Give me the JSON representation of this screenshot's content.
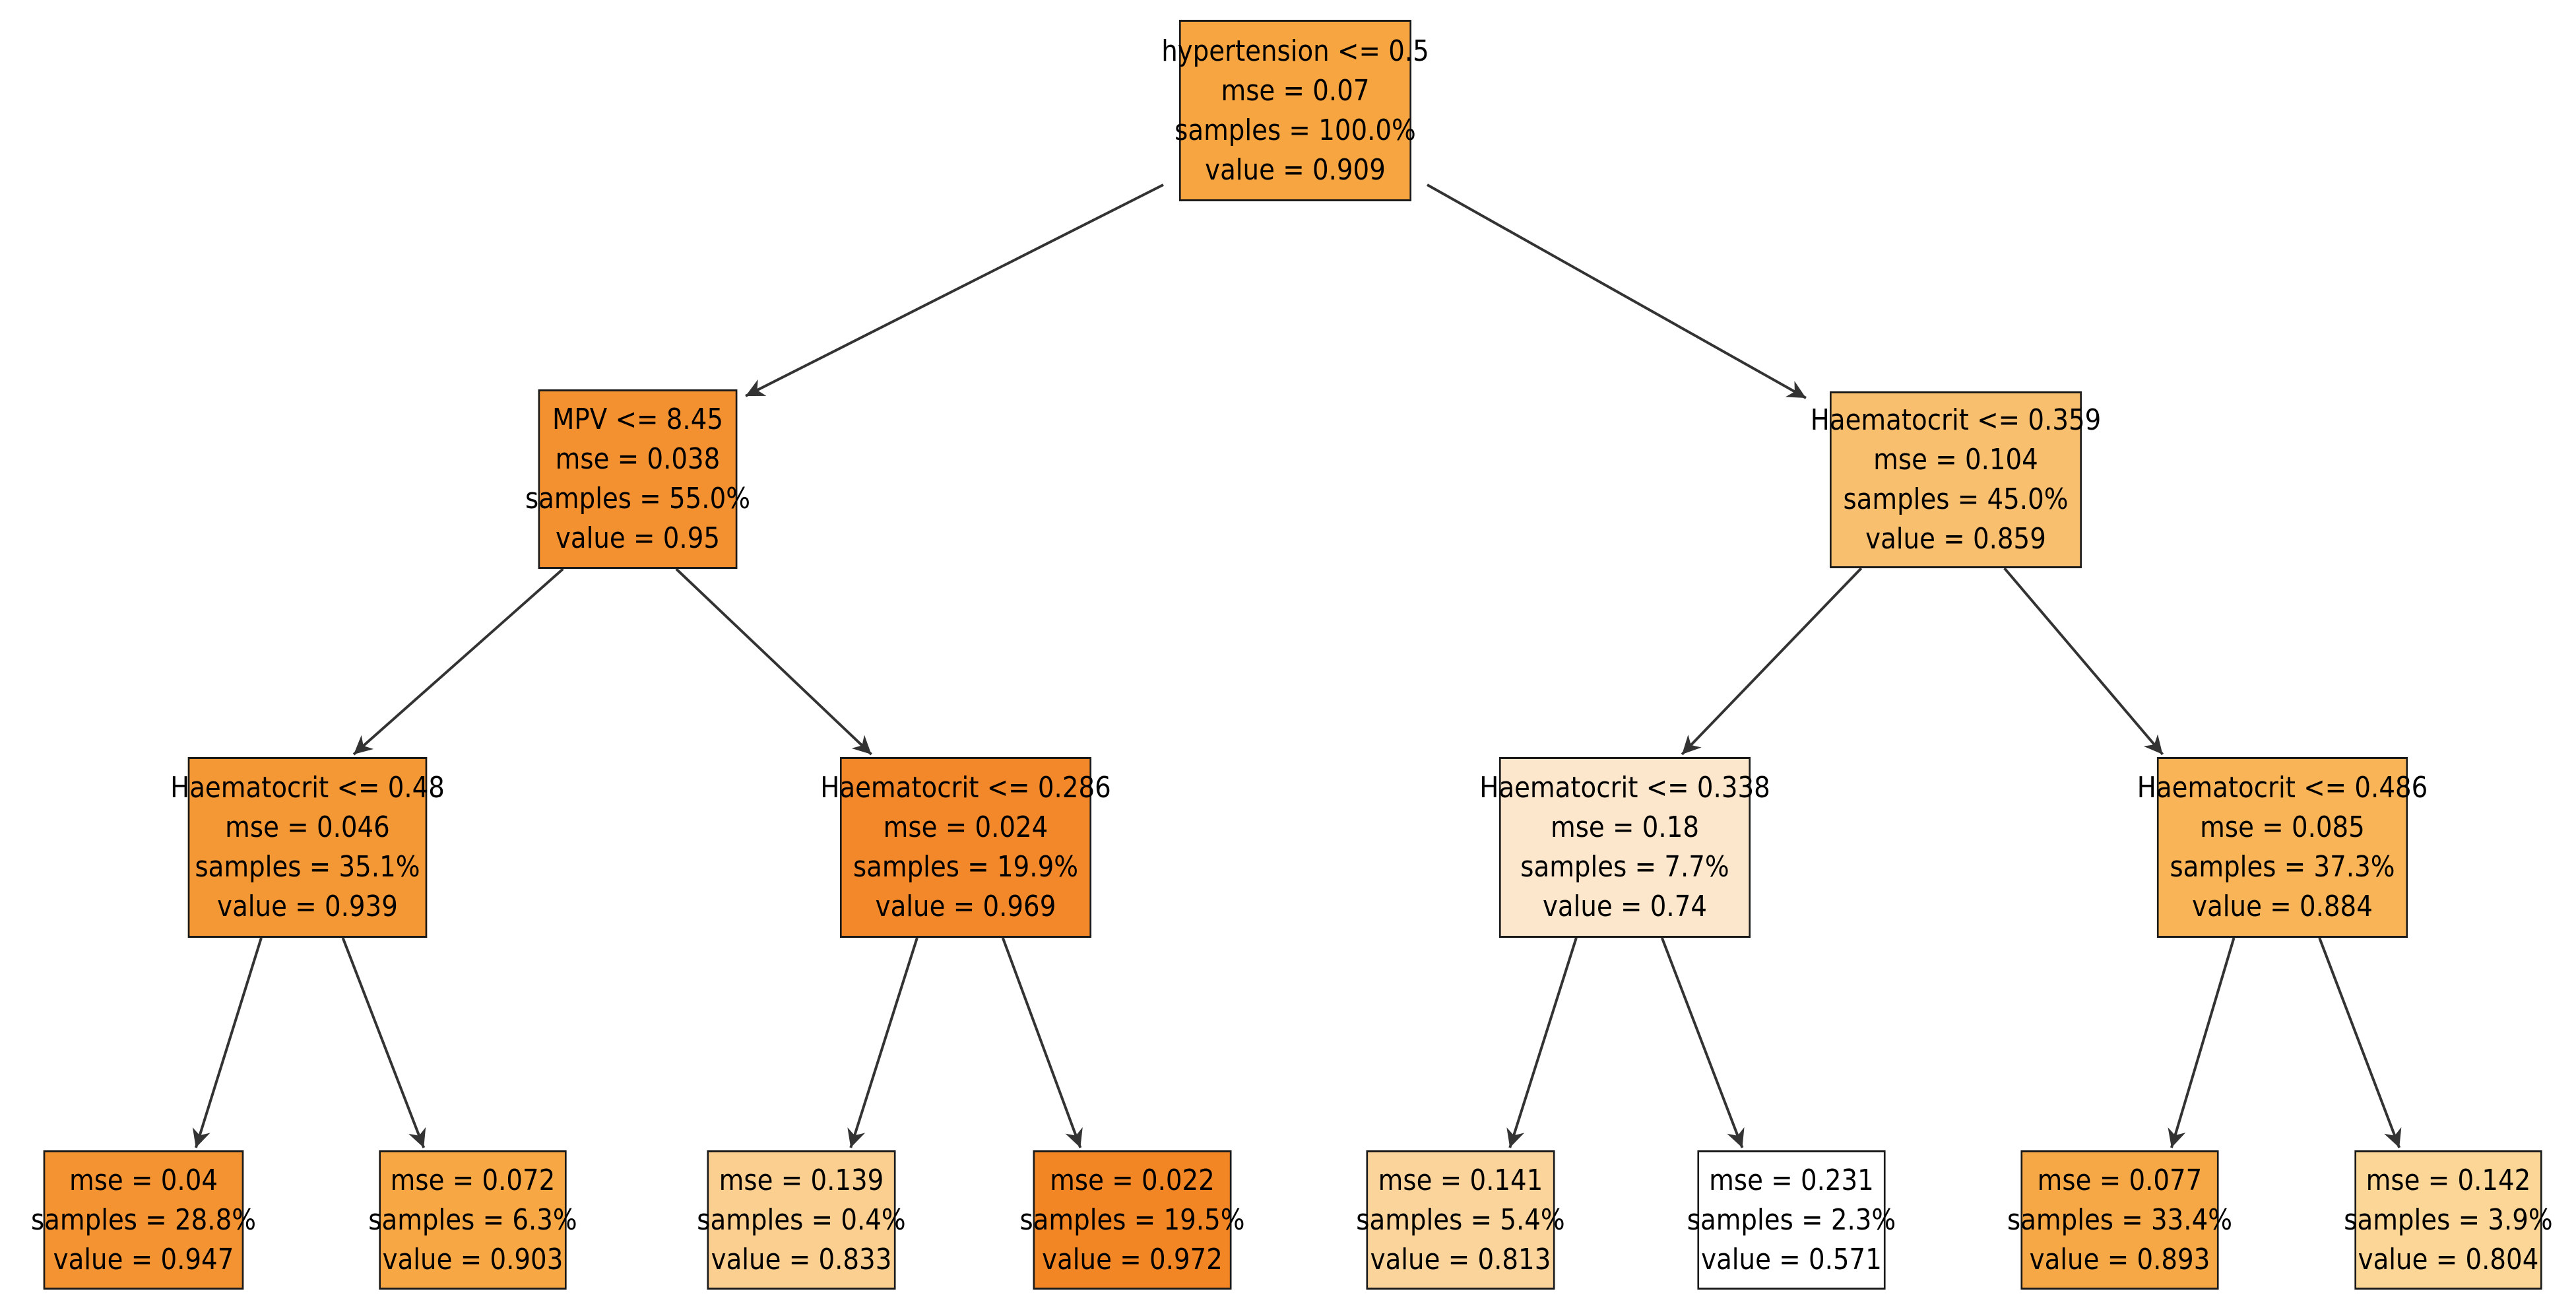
{
  "tree": {
    "nodes": [
      {
        "id": "n0",
        "split": "hypertension <= 0.5",
        "mse": "mse = 0.07",
        "samples": "samples = 100.0%",
        "value": "value = 0.909",
        "fill": "#f7a541"
      },
      {
        "id": "n1",
        "split": "MPV <= 8.45",
        "mse": "mse = 0.038",
        "samples": "samples = 55.0%",
        "value": "value = 0.95",
        "fill": "#f39131"
      },
      {
        "id": "n2",
        "split": "Haematocrit <= 0.48",
        "mse": "mse = 0.046",
        "samples": "samples = 35.1%",
        "value": "value = 0.939",
        "fill": "#f49735"
      },
      {
        "id": "n3",
        "split": "",
        "mse": "mse = 0.04",
        "samples": "samples = 28.8%",
        "value": "value = 0.947",
        "fill": "#f39331"
      },
      {
        "id": "n4",
        "split": "",
        "mse": "mse = 0.072",
        "samples": "samples = 6.3%",
        "value": "value = 0.903",
        "fill": "#f7a845"
      },
      {
        "id": "n5",
        "split": "Haematocrit <= 0.286",
        "mse": "mse = 0.024",
        "samples": "samples = 19.9%",
        "value": "value = 0.969",
        "fill": "#f2882a"
      },
      {
        "id": "n6",
        "split": "",
        "mse": "mse = 0.139",
        "samples": "samples = 0.4%",
        "value": "value = 0.833",
        "fill": "#facf8f"
      },
      {
        "id": "n7",
        "split": "",
        "mse": "mse = 0.022",
        "samples": "samples = 19.5%",
        "value": "value = 0.972",
        "fill": "#f28625"
      },
      {
        "id": "n8",
        "split": "Haematocrit <= 0.359",
        "mse": "mse = 0.104",
        "samples": "samples = 45.0%",
        "value": "value = 0.859",
        "fill": "#f8bf6f"
      },
      {
        "id": "n9",
        "split": "Haematocrit <= 0.338",
        "mse": "mse = 0.18",
        "samples": "samples = 7.7%",
        "value": "value = 0.74",
        "fill": "#fce7cc"
      },
      {
        "id": "n10",
        "split": "",
        "mse": "mse = 0.141",
        "samples": "samples = 5.4%",
        "value": "value = 0.813",
        "fill": "#fbd49c"
      },
      {
        "id": "n11",
        "split": "",
        "mse": "mse = 0.231",
        "samples": "samples = 2.3%",
        "value": "value = 0.571",
        "fill": "#ffffff"
      },
      {
        "id": "n12",
        "split": "Haematocrit <= 0.486",
        "mse": "mse = 0.085",
        "samples": "samples = 37.3%",
        "value": "value = 0.884",
        "fill": "#f8b456"
      },
      {
        "id": "n13",
        "split": "",
        "mse": "mse = 0.077",
        "samples": "samples = 33.4%",
        "value": "value = 0.893",
        "fill": "#f6a846"
      },
      {
        "id": "n14",
        "split": "",
        "mse": "mse = 0.142",
        "samples": "samples = 3.9%",
        "value": "value = 0.804",
        "fill": "#fbd697"
      }
    ],
    "edges": [
      [
        "n0",
        "n1"
      ],
      [
        "n0",
        "n8"
      ],
      [
        "n1",
        "n2"
      ],
      [
        "n1",
        "n5"
      ],
      [
        "n2",
        "n3"
      ],
      [
        "n2",
        "n4"
      ],
      [
        "n5",
        "n6"
      ],
      [
        "n5",
        "n7"
      ],
      [
        "n8",
        "n9"
      ],
      [
        "n8",
        "n12"
      ],
      [
        "n9",
        "n10"
      ],
      [
        "n9",
        "n11"
      ],
      [
        "n12",
        "n13"
      ],
      [
        "n12",
        "n14"
      ]
    ],
    "edge_color": "#333333"
  }
}
